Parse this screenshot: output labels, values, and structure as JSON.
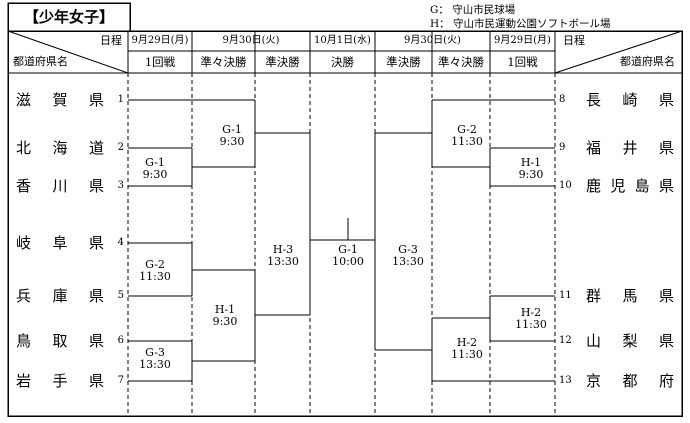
{
  "title": "【少年女子】",
  "legend": [
    "G： 守山市民球場",
    "H： 守山市民運動公園ソフトボール場"
  ],
  "header": {
    "corner_date": "日程",
    "corner_pref": "都道府県名",
    "dates": [
      "9月29日(月)",
      "9月30日(火)",
      "10月1日(水)",
      "9月30日(火)",
      "9月29日(月)"
    ],
    "rounds": [
      "1回戦",
      "準々決勝",
      "準決勝",
      "決勝",
      "準決勝",
      "準々決勝",
      "1回戦"
    ]
  },
  "teams": {
    "left": [
      {
        "seed": "1",
        "name": "滋賀県"
      },
      {
        "seed": "2",
        "name": "北海道"
      },
      {
        "seed": "3",
        "name": "香川県"
      },
      {
        "seed": "4",
        "name": "岐阜県"
      },
      {
        "seed": "5",
        "name": "兵庫県"
      },
      {
        "seed": "6",
        "name": "鳥取県"
      },
      {
        "seed": "7",
        "name": "岩手県"
      }
    ],
    "right": [
      {
        "seed": "8",
        "name": "長崎県"
      },
      {
        "seed": "9",
        "name": "福井県"
      },
      {
        "seed": "10",
        "name": "鹿児島県"
      },
      {
        "seed": "11",
        "name": "群馬県"
      },
      {
        "seed": "12",
        "name": "山梨県"
      },
      {
        "seed": "13",
        "name": "京都府"
      }
    ]
  },
  "matches": {
    "l_r1_top": {
      "code": "G-1",
      "time": "9:30"
    },
    "l_qf_top": {
      "code": "G-1",
      "time": "9:30"
    },
    "l_r1_mid": {
      "code": "G-2",
      "time": "11:30"
    },
    "l_r1_bot": {
      "code": "G-3",
      "time": "13:30"
    },
    "l_qf_bot": {
      "code": "H-1",
      "time": "9:30"
    },
    "l_sf": {
      "code": "H-3",
      "time": "13:30"
    },
    "final": {
      "code": "G-1",
      "time": "10:00"
    },
    "r_sf": {
      "code": "G-3",
      "time": "13:30"
    },
    "r_qf_top": {
      "code": "G-2",
      "time": "11:30"
    },
    "r_r1_top": {
      "code": "H-1",
      "time": "9:30"
    },
    "r_qf_bot": {
      "code": "H-2",
      "time": "11:30"
    },
    "r_r1_bot": {
      "code": "H-2",
      "time": "11:30"
    }
  },
  "colors": {
    "ink": "#000000",
    "background": "#ffffff"
  }
}
